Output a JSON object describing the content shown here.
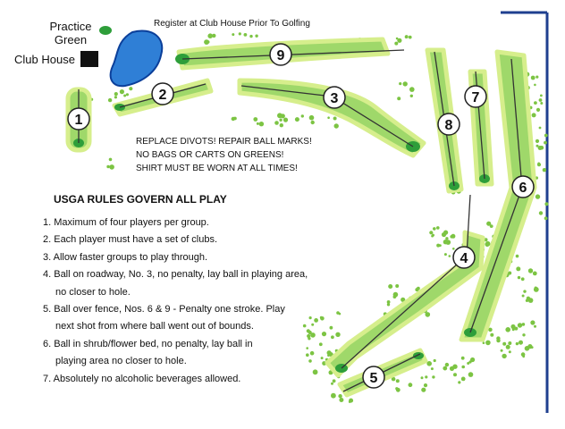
{
  "legend": {
    "practice_green_line1": "Practice",
    "practice_green_line2": "Green",
    "club_house": "Club House"
  },
  "notice": "Register at Club House Prior To Golfing",
  "reminders": [
    "REPLACE DIVOTS!   REPAIR BALL MARKS!",
    "NO BAGS OR CARTS ON GREENS!",
    "SHIRT MUST BE WORN AT ALL TIMES!"
  ],
  "rules_title": "USGA RULES GOVERN ALL PLAY",
  "rules": [
    "1. Maximum of four players per group.",
    "2. Each player must have a set of clubs.",
    "3. Allow faster groups to play through.",
    "4. Ball on roadway, No. 3, no penalty, lay ball in playing area,",
    "    no closer to hole.",
    "5. Ball over fence, Nos. 6 & 9 - Penalty one stroke.  Play",
    "    next  shot from where ball went out of bounds.",
    "6. Ball in shrub/flower bed, no penalty, lay ball in",
    "    playing area no closer to hole.",
    "7. Absolutely no alcoholic beverages allowed."
  ],
  "holes": [
    {
      "number": "1"
    },
    {
      "number": "2"
    },
    {
      "number": "3"
    },
    {
      "number": "4"
    },
    {
      "number": "5"
    },
    {
      "number": "6"
    },
    {
      "number": "7"
    },
    {
      "number": "8"
    },
    {
      "number": "9"
    }
  ],
  "colors": {
    "fairway": "#9fd86a",
    "rough_outline": "#d6ee8c",
    "green": "#2e9e3a",
    "water": "#2f7fd6",
    "water_edge": "#0b3f9a",
    "tree": "#7cc443",
    "club_house": "#111111",
    "fence": "#1f3f8f",
    "centerline": "#333333"
  }
}
